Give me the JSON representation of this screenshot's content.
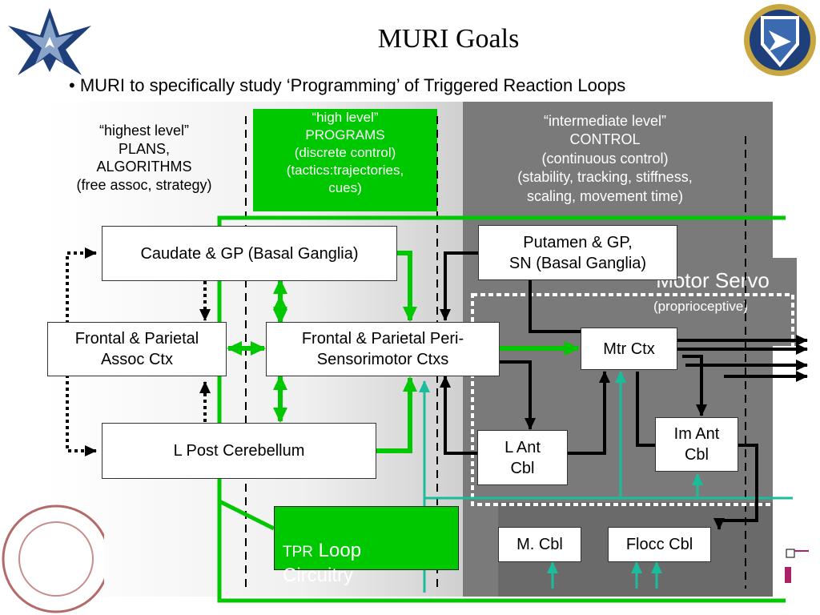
{
  "title": "MURI Goals",
  "bullet": "• MURI to specifically study ‘Programming’ of Triggered Reaction Loops",
  "headers": {
    "highest": "“highest level”\nPLANS,\nALGORITHMS\n(free assoc, strategy)",
    "high": "“high level”\nPROGRAMS\n(discrete control)\n(tactics:trajectories,\ncues)",
    "intermediate": "“intermediate level”\nCONTROL\n(continuous control)\n(stability, tracking, stiffness,\nscaling, movement time)"
  },
  "motor_servo": {
    "title": "Motor Servo",
    "subtitle": "(proprioceptive)"
  },
  "boxes": {
    "caudate": "Caudate & GP (Basal Ganglia)",
    "frontal_assoc": "Frontal & Parietal\nAssoc Ctx",
    "frontal_peri": "Frontal & Parietal Peri-\nSensorimotor Ctxs",
    "post_cbl": "L Post Cerebellum",
    "putamen": "Putamen & GP,\nSN (Basal Ganglia)",
    "mtr_ctx": "Mtr Ctx",
    "l_ant_cbl": "L Ant\nCbl",
    "im_ant_cbl": "Im Ant\nCbl",
    "m_cbl": "M. Cbl",
    "flocc_cbl": "Flocc Cbl"
  },
  "tpr": {
    "prefix": "TPR",
    "text": " Loop\nCircuitry"
  },
  "colors": {
    "green": "#00c800",
    "teal": "#1abc9c",
    "dark_gray": "#777777",
    "airforce_blue": "#1f3f7a"
  },
  "icons": [
    "air-force-wings-logo",
    "afrl-shield-logo",
    "institute-seal-logo"
  ]
}
